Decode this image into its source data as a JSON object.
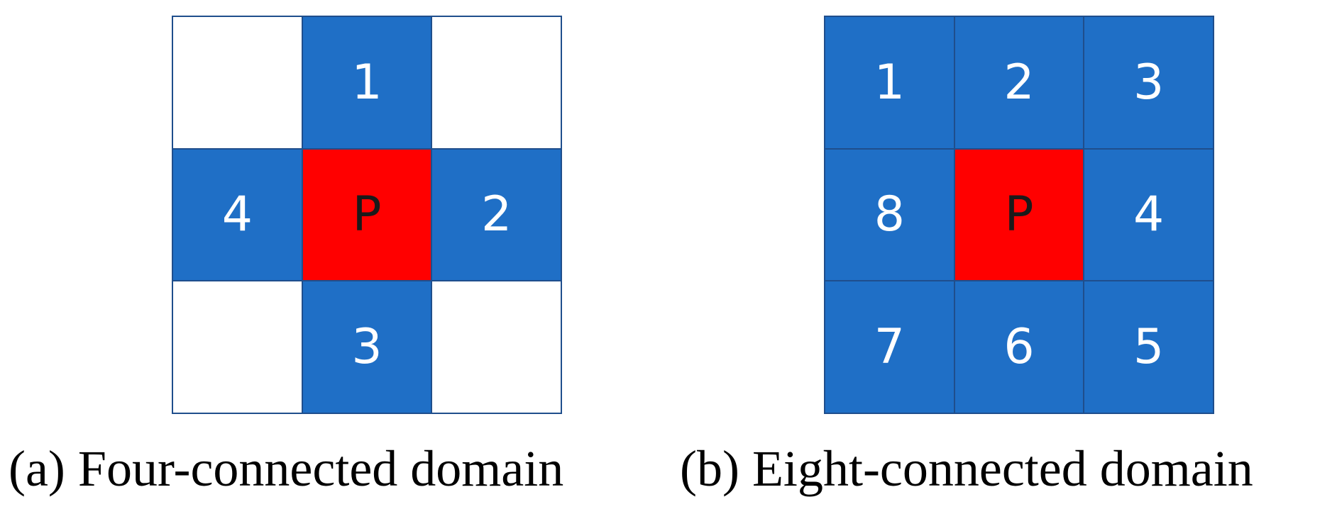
{
  "colors": {
    "neighbor": "#1f6fc6",
    "center": "#ff0000",
    "empty": "#ffffff",
    "grid_line": "#1f4e8c",
    "neighbor_text": "#ffffff",
    "center_text": "#1a1a1a"
  },
  "panel_a": {
    "caption": "(a) Four-connected domain",
    "cells": [
      {
        "label": "",
        "kind": "white"
      },
      {
        "label": "1",
        "kind": "blue"
      },
      {
        "label": "",
        "kind": "white"
      },
      {
        "label": "4",
        "kind": "blue"
      },
      {
        "label": "P",
        "kind": "red"
      },
      {
        "label": "2",
        "kind": "blue"
      },
      {
        "label": "",
        "kind": "white"
      },
      {
        "label": "3",
        "kind": "blue"
      },
      {
        "label": "",
        "kind": "white"
      }
    ]
  },
  "panel_b": {
    "caption": "(b) Eight-connected domain",
    "cells": [
      {
        "label": "1",
        "kind": "blue"
      },
      {
        "label": "2",
        "kind": "blue"
      },
      {
        "label": "3",
        "kind": "blue"
      },
      {
        "label": "8",
        "kind": "blue"
      },
      {
        "label": "P",
        "kind": "red"
      },
      {
        "label": "4",
        "kind": "blue"
      },
      {
        "label": "7",
        "kind": "blue"
      },
      {
        "label": "6",
        "kind": "blue"
      },
      {
        "label": "5",
        "kind": "blue"
      }
    ]
  }
}
